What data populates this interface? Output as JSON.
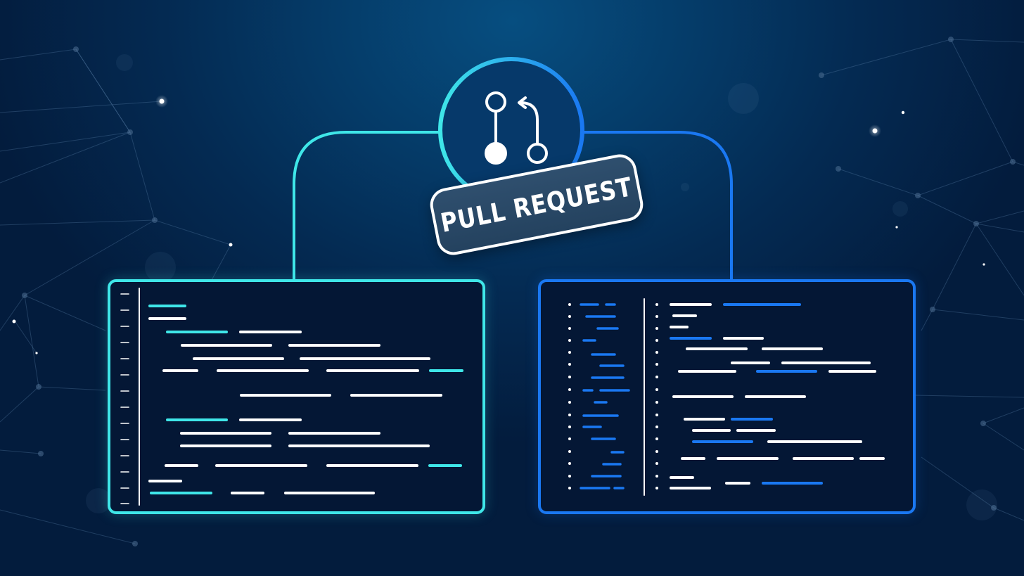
{
  "badge": {
    "label": "PULL REQUEST",
    "icon": "git-pull-request-icon"
  },
  "colors": {
    "background": "#053b68",
    "left_accent": "#3fe6e8",
    "right_accent": "#1a78f2",
    "code_line": "#ffffff",
    "panel_fill": "#041735"
  },
  "panels": {
    "left": {
      "name": "source-code-editor",
      "lines": 16
    },
    "right": {
      "name": "diff-code-editor",
      "lines": 16
    }
  }
}
